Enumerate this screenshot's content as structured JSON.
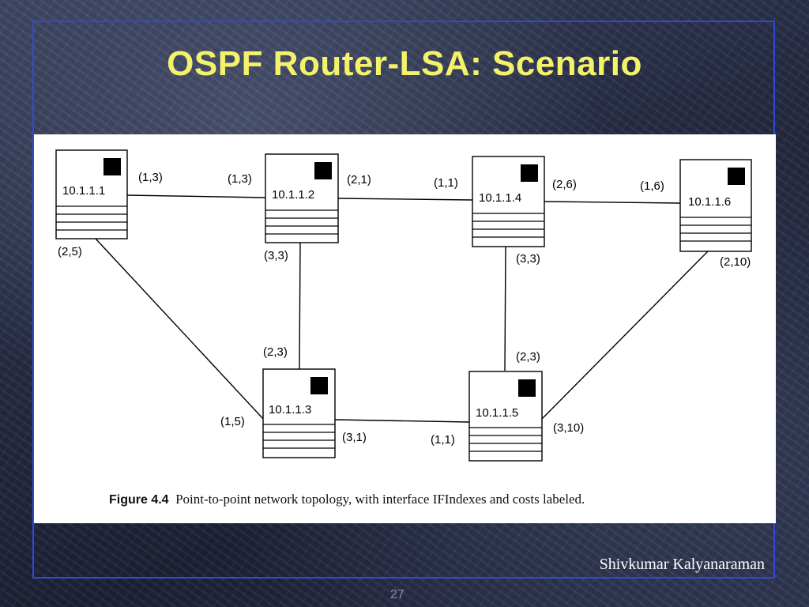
{
  "title": "OSPF Router-LSA: Scenario",
  "author": "Shivkumar Kalyanaraman",
  "page_number": "27",
  "figure": {
    "caption_number": "Figure 4.4",
    "caption_text": "Point-to-point network topology, with interface IFIndexes and costs labeled."
  },
  "colors": {
    "title": "#f4f26a",
    "frame": "#2d4bd6",
    "figure_bg": "#ffffff"
  },
  "routers": [
    {
      "id": "r1",
      "name": "10.1.1.1"
    },
    {
      "id": "r2",
      "name": "10.1.1.2"
    },
    {
      "id": "r4",
      "name": "10.1.1.4"
    },
    {
      "id": "r6",
      "name": "10.1.1.6"
    },
    {
      "id": "r3",
      "name": "10.1.1.3"
    },
    {
      "id": "r5",
      "name": "10.1.1.5"
    }
  ],
  "links": [
    {
      "from": "10.1.1.1",
      "from_label": "(1,3)",
      "to": "10.1.1.2",
      "to_label": "(1,3)"
    },
    {
      "from": "10.1.1.2",
      "from_label": "(2,1)",
      "to": "10.1.1.4",
      "to_label": "(1,1)"
    },
    {
      "from": "10.1.1.4",
      "from_label": "(2,6)",
      "to": "10.1.1.6",
      "to_label": "(1,6)"
    },
    {
      "from": "10.1.1.1",
      "from_label": "(2,5)",
      "to": "10.1.1.3",
      "to_label": "(1,5)"
    },
    {
      "from": "10.1.1.2",
      "from_label": "(3,3)",
      "to": "10.1.1.3",
      "to_label": "(2,3)"
    },
    {
      "from": "10.1.1.4",
      "from_label": "(3,3)",
      "to": "10.1.1.5",
      "to_label": "(2,3)"
    },
    {
      "from": "10.1.1.6",
      "from_label": "(2,10)",
      "to": "10.1.1.5",
      "to_label": "(3,10)"
    },
    {
      "from": "10.1.1.3",
      "from_label": "(3,1)",
      "to": "10.1.1.5",
      "to_label": "(1,1)"
    }
  ]
}
